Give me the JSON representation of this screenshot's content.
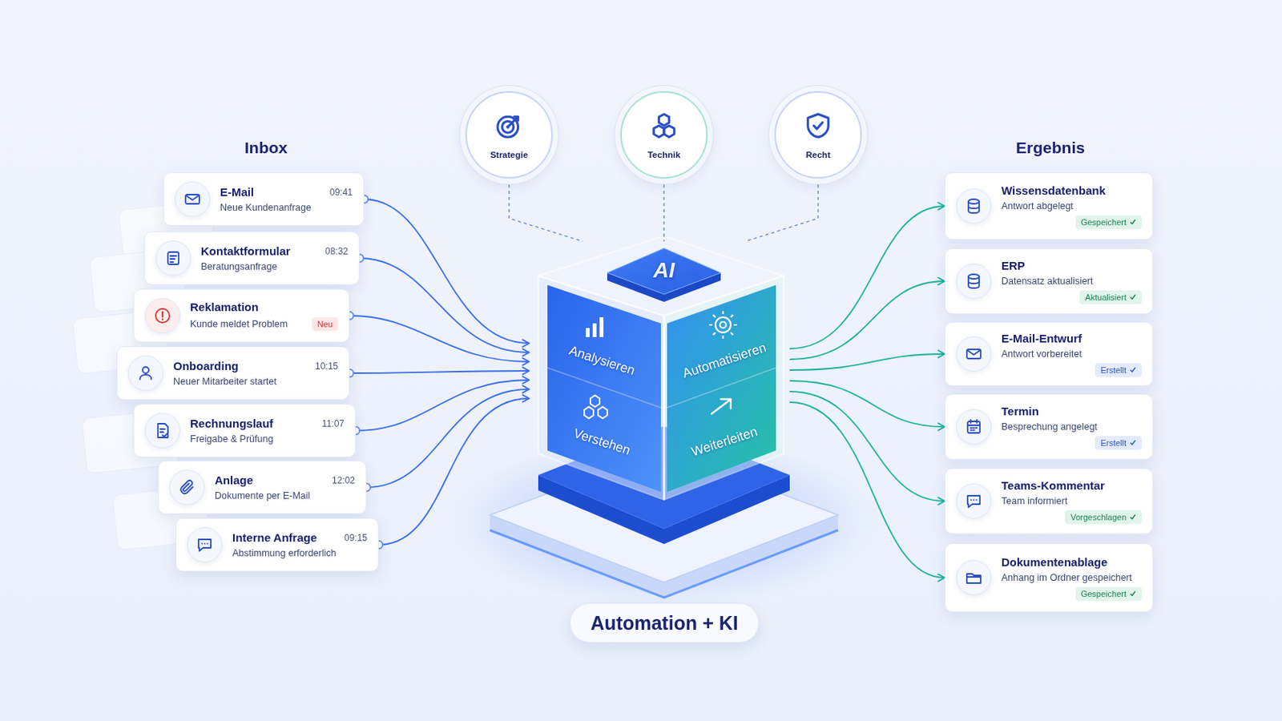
{
  "diagram": {
    "nodes": [
      {
        "text": [
          "E-Mail",
          "Neue Kundenanfrage",
          "09:41"
        ]
      },
      {
        "text": [
          "Kontaktformular",
          "Beratungsanfrage",
          "08:32"
        ]
      },
      {
        "text": [
          "Reklamation",
          "Kunde meldet Problem",
          "Neu"
        ]
      },
      {
        "text": [
          "Onboarding",
          "Neuer Mitarbeiter startet",
          "10:15"
        ]
      },
      {
        "text": [
          "Rechnungslauf",
          "Freigabe & Prüfung",
          "11:07"
        ]
      },
      {
        "text": [
          "Anlage",
          "Dokumente per E-Mail",
          "12:02"
        ]
      },
      {
        "text": [
          "Interne Anfrage",
          "Abstimmung erforderlich",
          "09:15"
        ]
      },
      {
        "text": [
          "Strategie"
        ]
      },
      {
        "text": [
          "Technik"
        ]
      },
      {
        "text": [
          "Recht"
        ]
      },
      {
        "text": [
          "AI",
          "Analysieren",
          "Automatisieren",
          "Verstehen",
          "Weiterleiten"
        ]
      },
      {
        "text": [
          "Automation + KI"
        ]
      },
      {
        "text": [
          "Wissensdatenbank",
          "Antwort abgelegt",
          "Gespeichert"
        ]
      },
      {
        "text": [
          "ERP",
          "Datensatz aktualisiert",
          "Aktualisiert"
        ]
      },
      {
        "text": [
          "E-Mail-Entwurf",
          "Antwort vorbereitet",
          "Erstellt"
        ]
      },
      {
        "text": [
          "Termin",
          "Besprechung angelegt",
          "Erstellt"
        ]
      },
      {
        "text": [
          "Teams-Kommentar",
          "Team informiert",
          "Vorgeschlagen"
        ]
      },
      {
        "text": [
          "Dokumentenablage",
          "Anhang im Ordner gespeichert",
          "Gespeichert"
        ]
      }
    ],
    "edges": [
      {
        "from": 0,
        "to": 10,
        "arrow": "to"
      },
      {
        "from": 1,
        "to": 10,
        "arrow": "to"
      },
      {
        "from": 2,
        "to": 10,
        "arrow": "to"
      },
      {
        "from": 3,
        "to": 10,
        "arrow": "to"
      },
      {
        "from": 4,
        "to": 10,
        "arrow": "to"
      },
      {
        "from": 5,
        "to": 10,
        "arrow": "to"
      },
      {
        "from": 6,
        "to": 10,
        "arrow": "to"
      },
      {
        "from": 7,
        "to": 8,
        "arrow": "none"
      },
      {
        "from": 8,
        "to": 9,
        "arrow": "none"
      },
      {
        "from": 7,
        "to": 10,
        "arrow": "none"
      },
      {
        "from": 8,
        "to": 10,
        "arrow": "none"
      },
      {
        "from": 9,
        "to": 10,
        "arrow": "none"
      },
      {
        "from": 10,
        "to": 12,
        "arrow": "to"
      },
      {
        "from": 10,
        "to": 13,
        "arrow": "to"
      },
      {
        "from": 10,
        "to": 14,
        "arrow": "to"
      },
      {
        "from": 10,
        "to": 15,
        "arrow": "to"
      },
      {
        "from": 10,
        "to": 16,
        "arrow": "to"
      },
      {
        "from": 10,
        "to": 17,
        "arrow": "to"
      }
    ],
    "labels": [
      "Inbox",
      "Ergebnis"
    ]
  }
}
